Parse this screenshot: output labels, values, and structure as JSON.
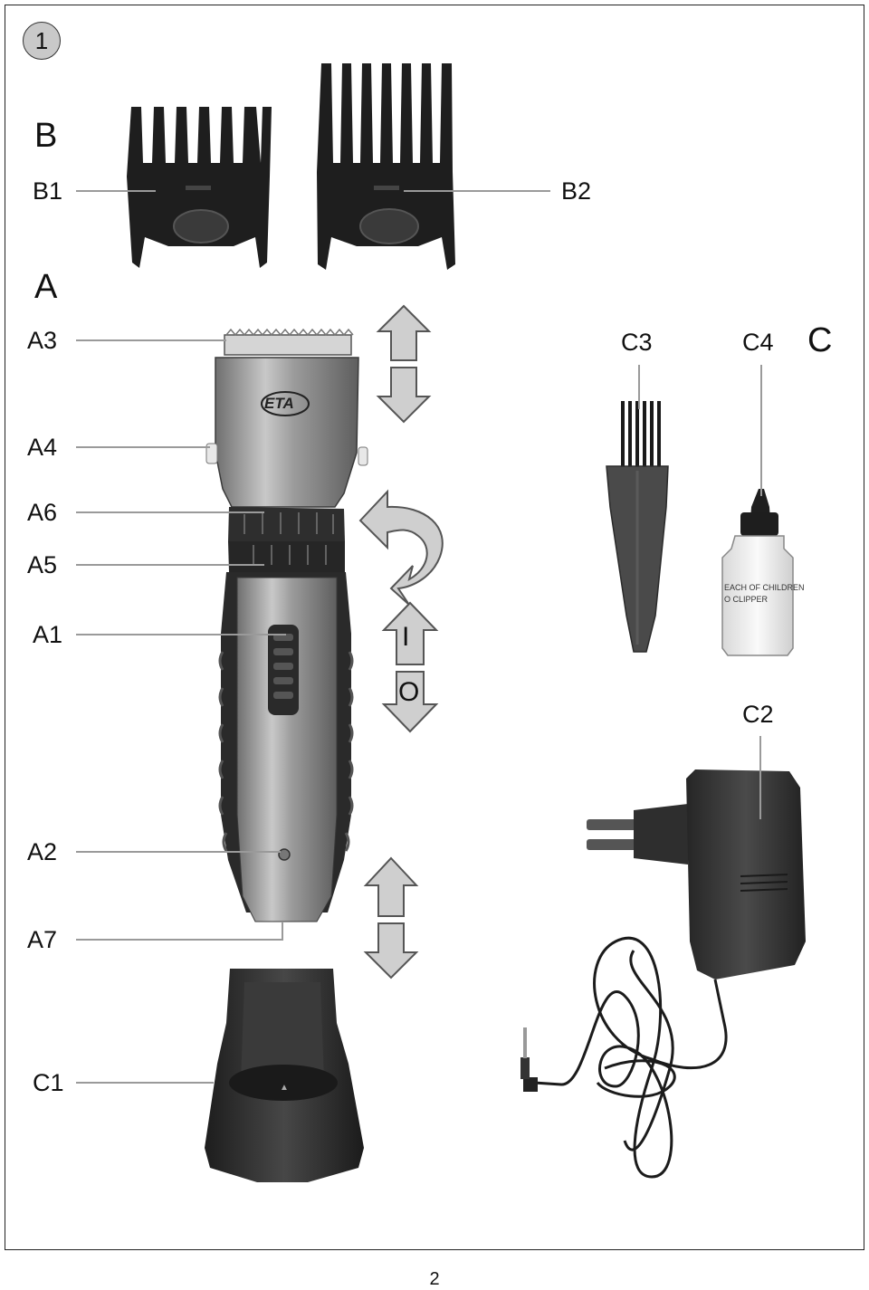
{
  "figure_number": "1",
  "page_number": "2",
  "groups": {
    "a": "A",
    "b": "B",
    "c": "C"
  },
  "labels": {
    "b1": "B1",
    "b2": "B2",
    "a1": "A1",
    "a2": "A2",
    "a3": "A3",
    "a4": "A4",
    "a5": "A5",
    "a6": "A6",
    "a7": "A7",
    "c1": "C1",
    "c2": "C2",
    "c3": "C3",
    "c4": "C4"
  },
  "brand_logo": "ETA",
  "bottle_text": {
    "line1": "EACH OF CHILDREN",
    "line2": "O CLIPPER"
  },
  "switch_symbols": {
    "on": "I",
    "off": "O"
  },
  "colors": {
    "line": "#9a9a9a",
    "arrow_fill": "#cfcfcf",
    "body_dark": "#2b2b2b",
    "body_grey": "#8f8f8f"
  }
}
